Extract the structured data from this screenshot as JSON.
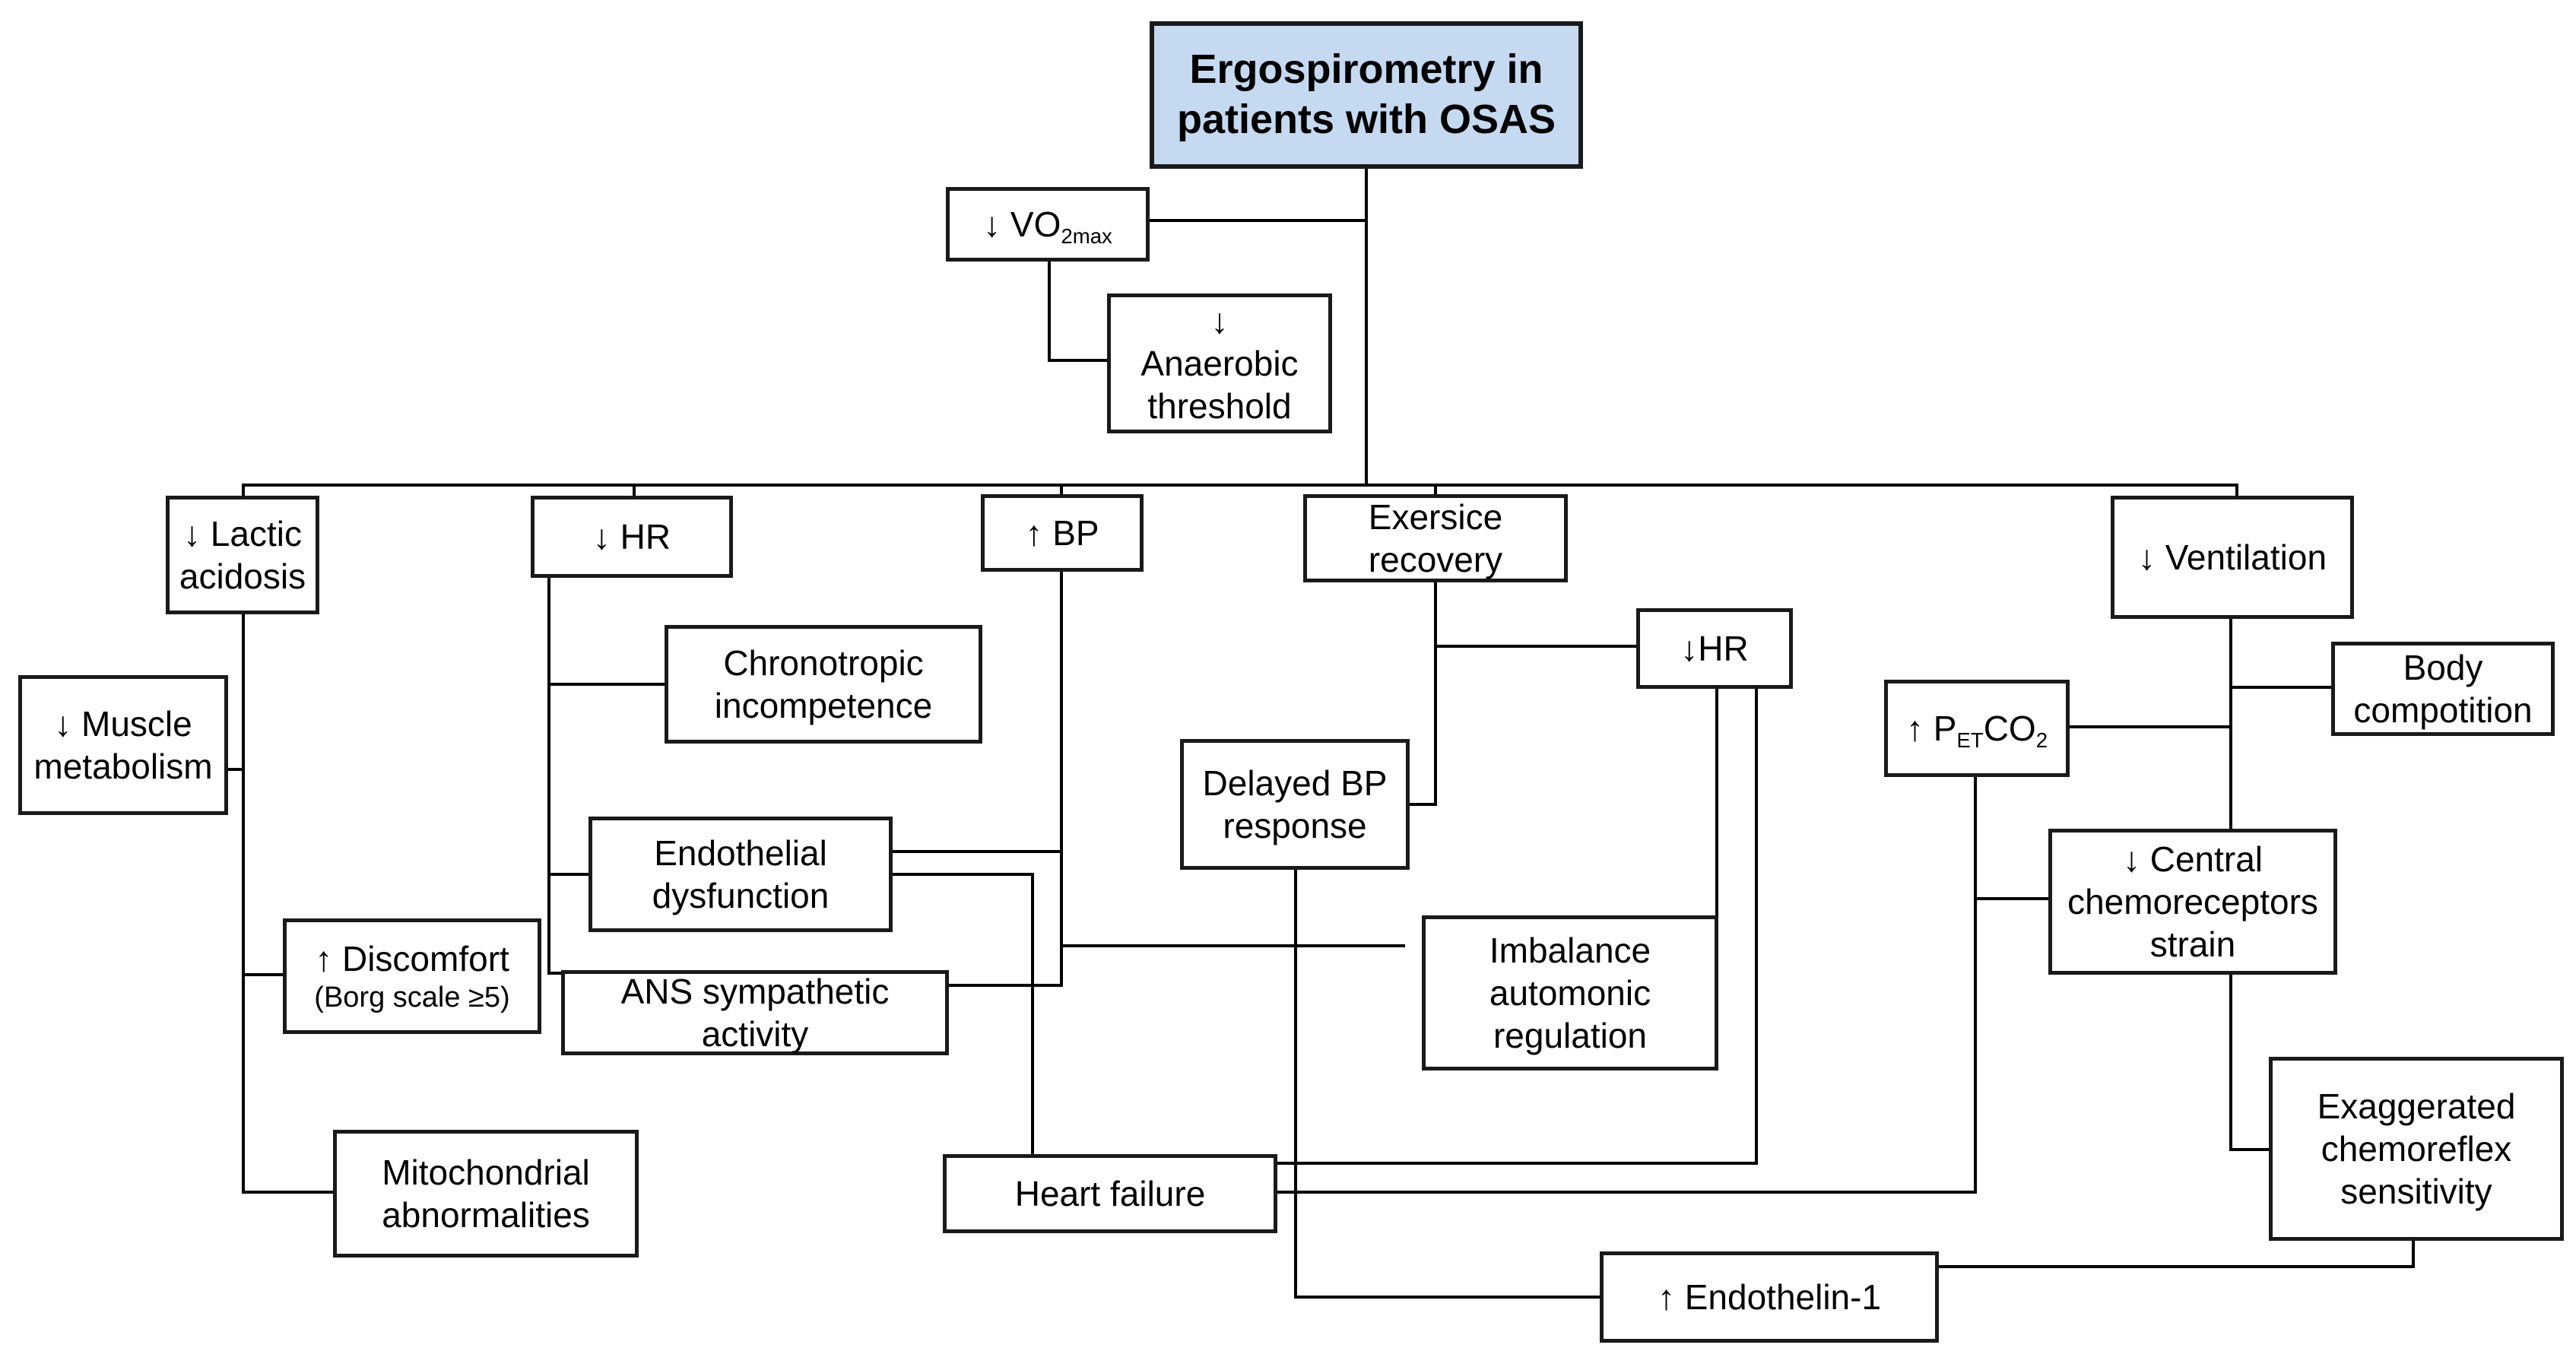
{
  "colors": {
    "title_fill": "#c5d9f1",
    "border": "#1a1a1a",
    "line": "#000000",
    "background": "#ffffff"
  },
  "nodes": {
    "title": {
      "line1": "Ergospirometry in",
      "line2": "patients with OSAS"
    },
    "vo2max": {
      "arrow": "↓",
      "text": "VO",
      "sub": "2max"
    },
    "anaerobic": {
      "line1": "↓",
      "line2": "Anaerobic",
      "line3": "threshold"
    },
    "lactic": {
      "line1": "↓ Lactic",
      "line2": "acidosis"
    },
    "muscle": {
      "line1": "↓ Muscle",
      "line2": "metabolism"
    },
    "discomfort": {
      "line1": "↑ Discomfort",
      "line2": "(Borg scale ≥5)"
    },
    "mito": {
      "line1": "Mitochondrial",
      "line2": "abnormalities"
    },
    "hr": {
      "line1": "↓ HR"
    },
    "chrono": {
      "line1": "Chronotropic",
      "line2": "incompetence"
    },
    "endothelial": {
      "line1": "Endothelial",
      "line2": "dysfunction"
    },
    "ans": {
      "line1": "ANS sympathetic",
      "line2": "activity"
    },
    "bp": {
      "line1": "↑ BP"
    },
    "recovery": {
      "line1": "Exersice",
      "line2": "recovery"
    },
    "hr2": {
      "line1": "↓HR"
    },
    "delayed": {
      "line1": "Delayed BP",
      "line2": "response"
    },
    "imbalance": {
      "line1": "Imbalance",
      "line2": "automonic",
      "line3": "regulation"
    },
    "heartfailure": {
      "line1": "Heart failure"
    },
    "endothelin": {
      "line1": "↑ Endothelin-1"
    },
    "ventilation": {
      "line1": "↓ Ventilation"
    },
    "body": {
      "line1": "Body",
      "line2": "compotition"
    },
    "petco2": {
      "arrow": "↑ P",
      "sub1": "ET",
      "mid": "CO",
      "sub2": "2"
    },
    "central": {
      "line1": "↓ Central",
      "line2": "chemoreceptors",
      "line3": "strain"
    },
    "chemoreflex": {
      "line1": "Exaggerated",
      "line2": "chemoreflex",
      "line3": "sensitivity"
    }
  }
}
